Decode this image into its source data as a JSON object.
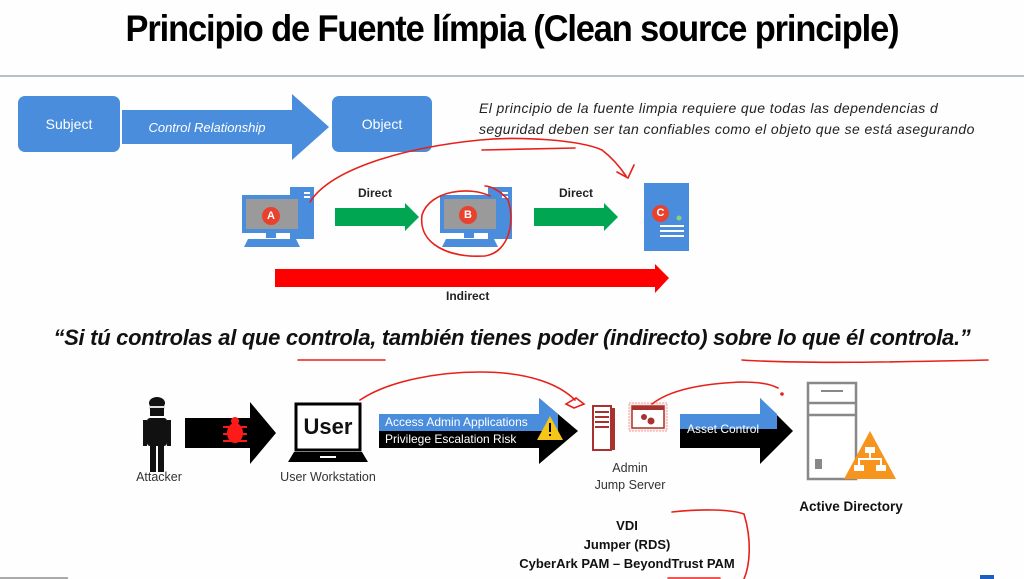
{
  "title": "Principio de Fuente límpia (Clean source principle)",
  "top_diagram": {
    "subject_label": "Subject",
    "relationship_label": "Control Relationship",
    "object_label": "Object"
  },
  "description": {
    "line1": "El principio de la fuente limpia requiere que todas las dependencias d",
    "line2": "seguridad deben ser tan confiables como el objeto que se está asegurando"
  },
  "control_chain": {
    "node_a": "A",
    "node_b": "B",
    "node_c": "C",
    "direct_label_1": "Direct",
    "direct_label_2": "Direct",
    "indirect_label": "Indirect",
    "colors": {
      "direct": "#00a651",
      "indirect": "#ff0000",
      "device": "#4a8ddc",
      "badge": "#e8412e"
    }
  },
  "quote": "“Si tú controlas al que controla, también tienes poder (indirecto) sobre lo que él controla.”",
  "attack_path": {
    "attacker_label": "Attacker",
    "user_screen_text": "User",
    "workstation_label": "User Workstation",
    "access_label": "Access Admin Applications",
    "risk_label": "Privilege Escalation Risk",
    "jump_server_label_1": "Admin",
    "jump_server_label_2": "Jump Server",
    "asset_control_label": "Asset Control",
    "ad_label": "Active Directory",
    "options": [
      "VDI",
      "Jumper (RDS)",
      "CyberArk PAM – BeyondTrust PAM"
    ],
    "colors": {
      "accent_blue": "#4a8ddc",
      "bug": "#ff1a1a",
      "warning": "#f5c518",
      "server_red": "#a8322d",
      "ad_orange": "#f7941d"
    }
  },
  "annotation_color": "#e8201a"
}
